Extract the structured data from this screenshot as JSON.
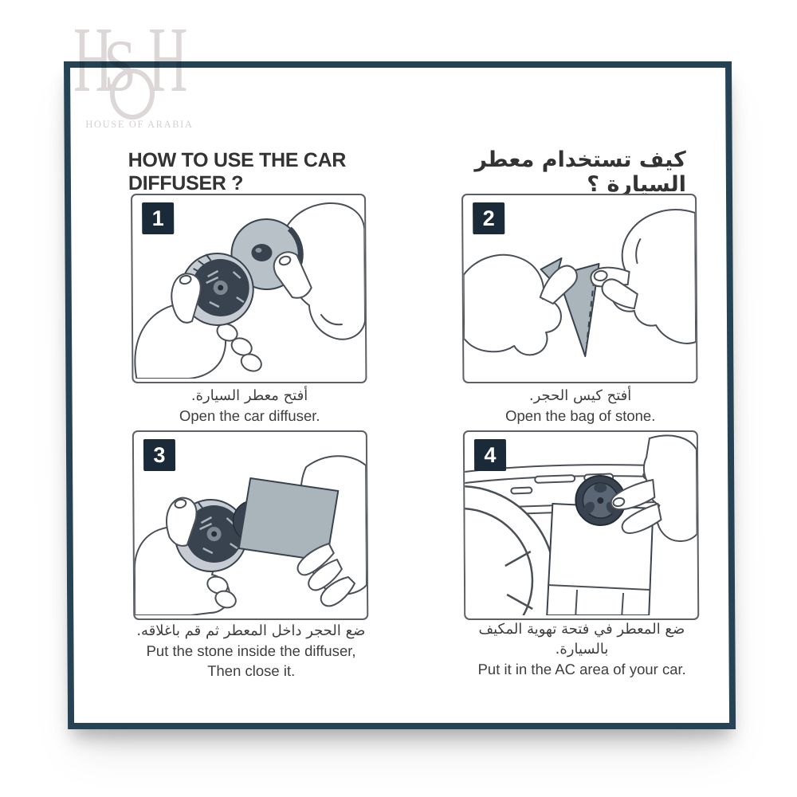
{
  "watermark": {
    "monogram_left": "H",
    "monogram_mid": "S",
    "monogram_right": "H",
    "wordmark": "HOUSE OF ARABIA"
  },
  "header": {
    "title_en": "HOW TO USE THE CAR DIFFUSER ?",
    "title_ar": "كيف تستخدام معطر السيارة ؟"
  },
  "steps": [
    {
      "number": "1",
      "caption_ar": [
        "أفتح معطر السيارة."
      ],
      "caption_en": [
        "Open the car diffuser."
      ],
      "illustration": "hands-opening-diffuser-discs"
    },
    {
      "number": "2",
      "caption_ar": [
        "أفتح كيس الحجر."
      ],
      "caption_en": [
        "Open the bag of stone."
      ],
      "illustration": "hands-tearing-stone-bag"
    },
    {
      "number": "3",
      "caption_ar": [
        "ضع الحجر داخل المعطر ثم قم باغلاقه."
      ],
      "caption_en": [
        "Put the stone inside the diffuser,",
        "Then close it."
      ],
      "illustration": "pouring-stone-into-diffuser"
    },
    {
      "number": "4",
      "caption_ar": [
        "ضع المعطر في فتحة تهوية المكيف",
        "بالسيارة."
      ],
      "caption_en": [
        "Put it in the AC area of your car."
      ],
      "illustration": "placing-diffuser-in-car-ac-vent"
    }
  ],
  "colors": {
    "card_border": "#254354",
    "badge_background": "#1b2a38",
    "illustration_dark": "#39434f",
    "illustration_gray": "#aab4bb",
    "text": "#3e3e3e"
  }
}
